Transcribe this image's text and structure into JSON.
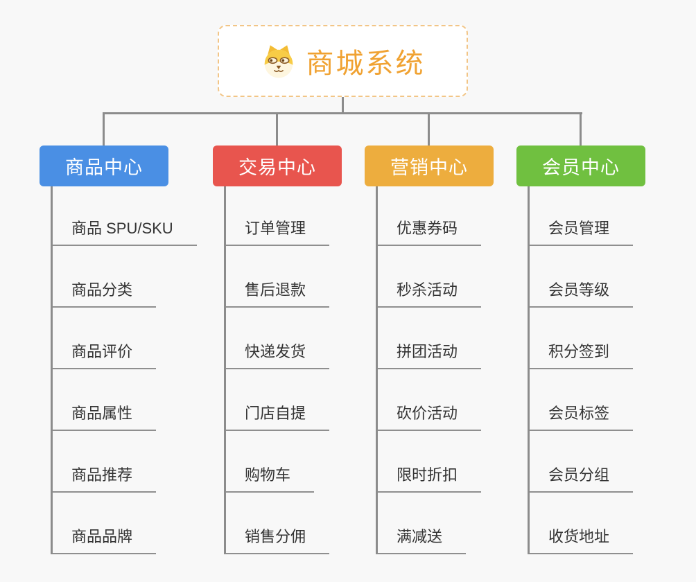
{
  "root": {
    "title": "商城系统",
    "icon": "dog-face-icon",
    "accent_color": "#F0A232",
    "border_color": "#F2C586"
  },
  "connector_color": "#8C8C8C",
  "branches": [
    {
      "label": "商品中心",
      "color": "#4A8FE4",
      "items": [
        "商品 SPU/SKU",
        "商品分类",
        "商品评价",
        "商品属性",
        "商品推荐",
        "商品品牌"
      ]
    },
    {
      "label": "交易中心",
      "color": "#E8554E",
      "items": [
        "订单管理",
        "售后退款",
        "快递发货",
        "门店自提",
        "购物车",
        "销售分佣"
      ]
    },
    {
      "label": "营销中心",
      "color": "#EDAD3E",
      "items": [
        "优惠券码",
        "秒杀活动",
        "拼团活动",
        "砍价活动",
        "限时折扣",
        "满减送"
      ]
    },
    {
      "label": "会员中心",
      "color": "#70C040",
      "items": [
        "会员管理",
        "会员等级",
        "积分签到",
        "会员标签",
        "会员分组",
        "收货地址"
      ]
    }
  ]
}
